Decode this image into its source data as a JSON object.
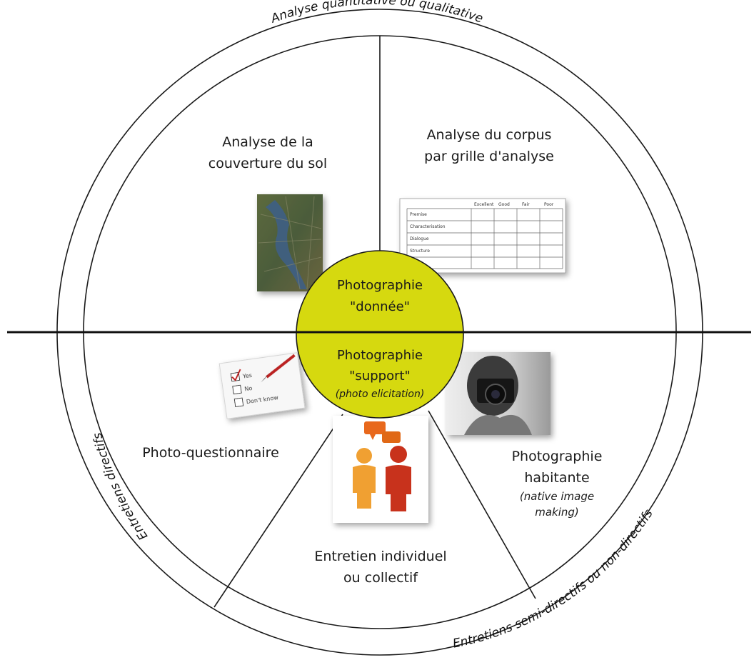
{
  "ring": {
    "top": "Analyse quantitative ou qualitative",
    "left": "Entretiens directifs",
    "bottom_right": "Entretiens semi-directifs ou non-directifs"
  },
  "center": {
    "top_line1": "Photographie",
    "top_line2": "\"donnée\"",
    "bottom_line1": "Photographie",
    "bottom_line2": "\"support\"",
    "bottom_line3": "(photo elicitation)",
    "color": "#d6d90f"
  },
  "sectors": {
    "land_cover": {
      "line1": "Analyse de la",
      "line2": "couverture du sol"
    },
    "corpus": {
      "line1": "Analyse du corpus",
      "line2": "par grille d'analyse"
    },
    "questionnaire": {
      "label": "Photo-questionnaire"
    },
    "interview": {
      "line1": "Entretien individuel",
      "line2": "ou collectif"
    },
    "inhabitant": {
      "line1": "Photographie",
      "line2": "habitante",
      "sub1": "(native image",
      "sub2": "making)"
    }
  },
  "grid_thumbnail": {
    "headers": [
      "Excellent",
      "Good",
      "Fair",
      "Poor"
    ],
    "rows": [
      "Premise",
      "Characterisation",
      "Dialogue",
      "Structure"
    ]
  },
  "checklist_thumbnail": {
    "items": [
      "Yes",
      "No",
      "Don't know"
    ]
  }
}
